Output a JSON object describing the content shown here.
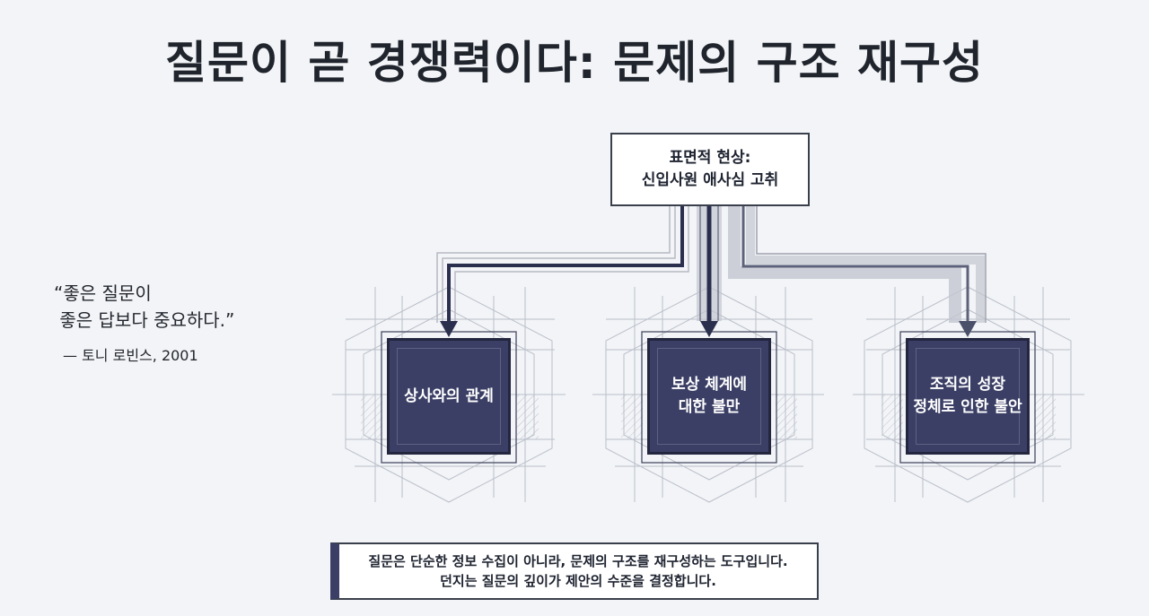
{
  "title": "질문이 곧 경쟁력이다: 문제의 구조 재구성",
  "root": {
    "line1": "표면적 현상:",
    "line2": "신입사원 애사심 고취"
  },
  "nodes": [
    {
      "label": "상사와의 관계"
    },
    {
      "label": "보상 체계에\n대한 불만"
    },
    {
      "label": "조직의 성장\n정체로 인한 불안"
    }
  ],
  "quote": {
    "line1": "“좋은 질문이",
    "line2": " 좋은 답보다 중요하다.”",
    "author": "— 토니 로빈스, 2001"
  },
  "footer": {
    "line1": "질문은 단순한 정보 수집이 아니라, 문제의 구조를 재구성하는 도구입니다.",
    "line2": "던지는 질문의 깊이가 제안의 수준을 결정합니다."
  },
  "colors": {
    "background": "#f2f4f7",
    "node_fill": "#3b3f65",
    "connector_dark": "#2b2f4e",
    "connector_gray": "#9ea2ae"
  }
}
